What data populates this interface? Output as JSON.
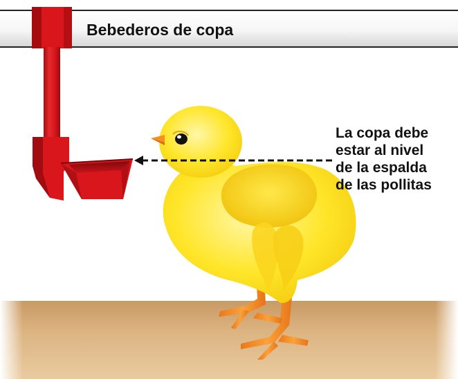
{
  "title": "Bebederos de copa",
  "annotation": {
    "lines": [
      "La copa debe",
      "estar al nivel",
      "de la espalda",
      "de las pollitas"
    ]
  },
  "colors": {
    "drinker_red": "#d8161c",
    "chick_yellow": "#ffe21f",
    "chick_legs": "#f5901e",
    "ground": "#d7ad78",
    "dashed_line": "#111111"
  }
}
